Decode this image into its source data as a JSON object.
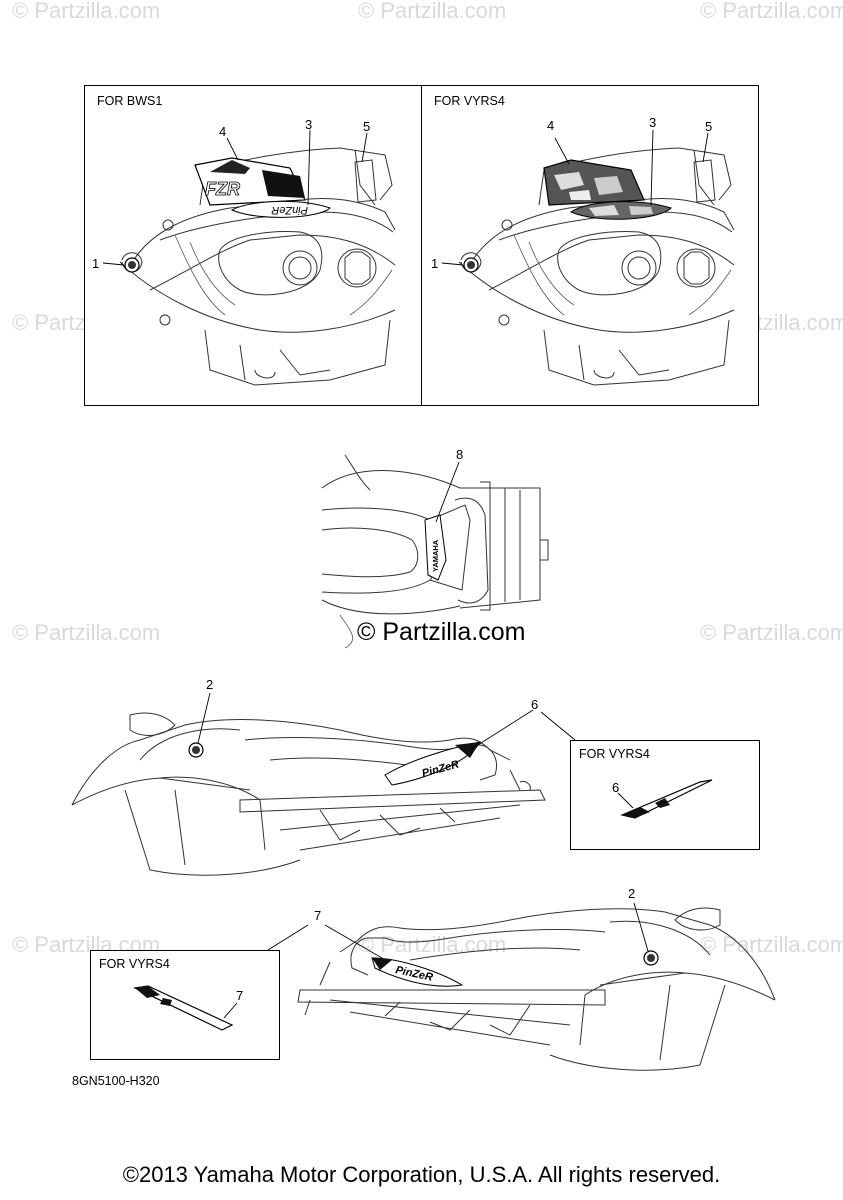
{
  "watermark": "© Partzilla.com",
  "center_mark": "© Partzilla.com",
  "panels": {
    "top_left_label": "FOR BWS1",
    "top_right_label": "FOR VYRS4",
    "mid_right_label": "FOR VYRS4",
    "bottom_left_label": "FOR VYRS4"
  },
  "callouts": {
    "c1": "1",
    "c2": "2",
    "c3": "3",
    "c4": "4",
    "c5": "5",
    "c6": "6",
    "c7": "7",
    "c8": "8"
  },
  "decal_text": {
    "fzr": "FZR",
    "pinzer": "PinZeR",
    "yamaha": "YAMAHA"
  },
  "part_code": "8GN5100-H320",
  "copyright": "©2013 Yamaha Motor Corporation, U.S.A. All rights reserved."
}
